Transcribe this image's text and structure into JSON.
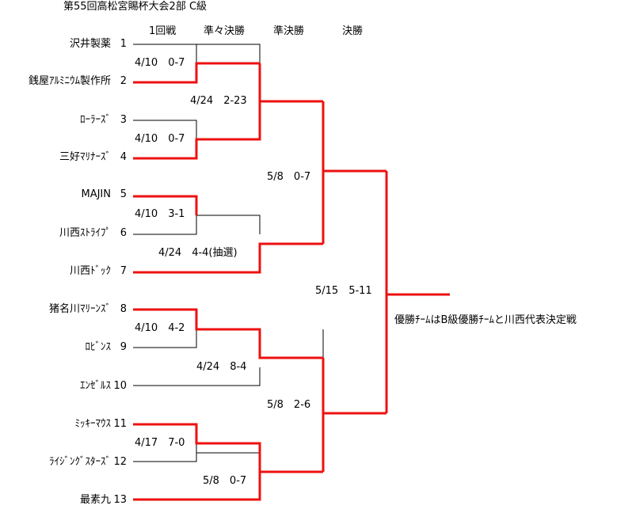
{
  "title": "第55回高松宮賜杯大会2部 C級",
  "rounds": [
    "1回戦",
    "準々決勝",
    "準決勝",
    "決勝"
  ],
  "teams": [
    {
      "name": "沢井製薬",
      "seed": "1"
    },
    {
      "name": "銭屋ｱﾙﾐﾆｳﾑ製作所",
      "seed": "2"
    },
    {
      "name": "ﾛｰﾗｰｽﾞ",
      "seed": "3"
    },
    {
      "name": "三好ﾏﾘﾅｰｽﾞ",
      "seed": "4"
    },
    {
      "name": "MAJIN",
      "seed": "5"
    },
    {
      "name": "川西ｽﾄﾗｲﾌﾟ",
      "seed": "6"
    },
    {
      "name": "川西ﾄﾞｯｸ",
      "seed": "7"
    },
    {
      "name": "猪名川ﾏﾘｰﾝｽﾞ",
      "seed": "8"
    },
    {
      "name": "ﾛﾋﾞﾝｽ",
      "seed": "9"
    },
    {
      "name": "ｴﾝｾﾞﾙｽ",
      "seed": "10"
    },
    {
      "name": "ﾐｯｷｰﾏｳｽ",
      "seed": "11"
    },
    {
      "name": "ﾗｲｼﾞﾝｸﾞｽﾀｰｽﾞ",
      "seed": "12"
    },
    {
      "name": "最素九",
      "seed": "13"
    }
  ],
  "results": [
    "4/10　0-7",
    "4/10　0-7",
    "4/10　3-1",
    "4/10　4-2",
    "4/17　7-0",
    "4/24　2-23",
    "4/24　4-4(抽選)",
    "4/24　8-4",
    "5/8　0-7",
    "5/8　0-7",
    "5/8　2-6",
    "5/15　5-11"
  ],
  "champion_note": "優勝ﾁｰﾑはB級優勝ﾁｰﾑと川西代表決定戦",
  "colors": {
    "winner_line": "#ee1111",
    "loser_line": "#000000"
  }
}
